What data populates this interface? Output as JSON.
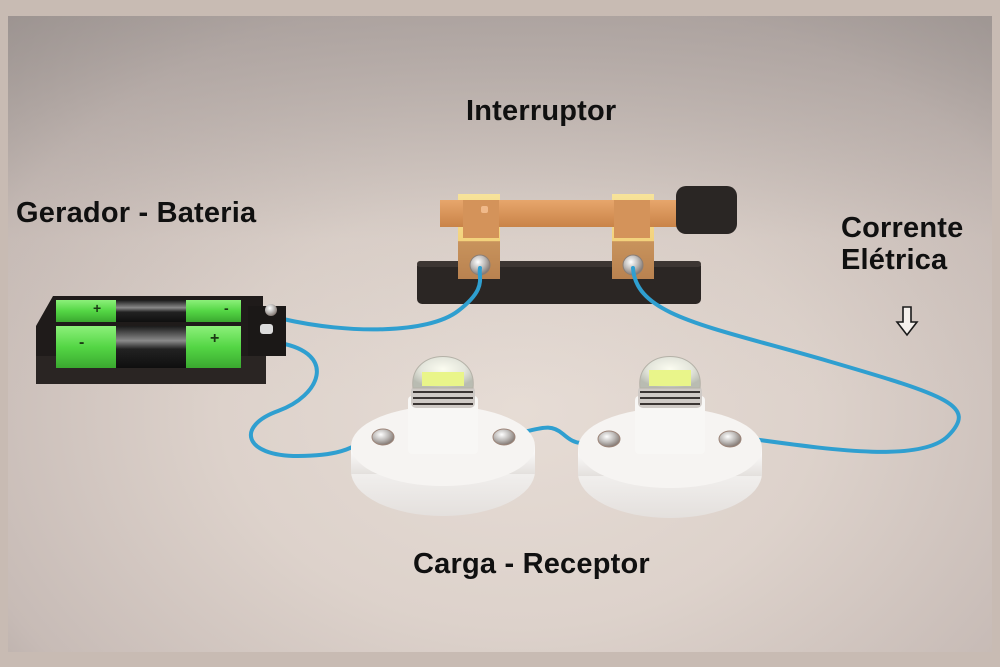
{
  "labels": {
    "switch": "Interruptor",
    "battery": "Gerador - Bateria",
    "current_line1": "Corrente",
    "current_line2": "Elétrica",
    "load": "Carga - Receptor"
  },
  "icons": {
    "current_direction": "down-arrow-outline-icon"
  },
  "colors": {
    "wire": "#2f9fd0",
    "battery_cell": "#5ee34f",
    "switch_lever": "#d58f55",
    "switch_base": "#2b2624",
    "bulb_glow": "#e9f58a",
    "socket": "#f3f1ef"
  }
}
